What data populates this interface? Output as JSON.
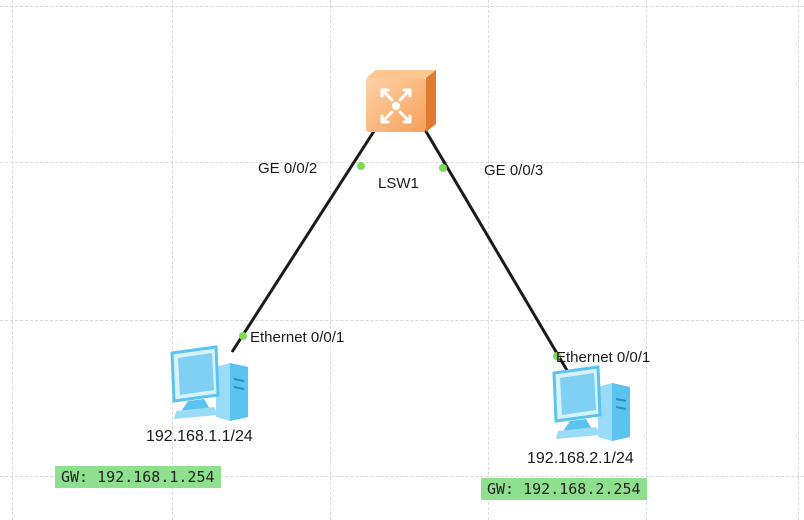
{
  "switch": {
    "name": "LSW1",
    "port_left": "GE 0/0/2",
    "port_right": "GE 0/0/3",
    "color": "#f5a05a"
  },
  "pc1": {
    "port": "Ethernet 0/0/1",
    "ip": "192.168.1.1/24",
    "gateway": "GW: 192.168.1.254"
  },
  "pc2": {
    "port": "Ethernet 0/0/1",
    "ip": "192.168.2.1/24",
    "gateway": "GW: 192.168.2.254"
  },
  "colors": {
    "link": "#1a1a1a",
    "port_dot": "#7ed957",
    "gw_bg": "#8ee08e",
    "pc_body": "#5bc3f0"
  }
}
